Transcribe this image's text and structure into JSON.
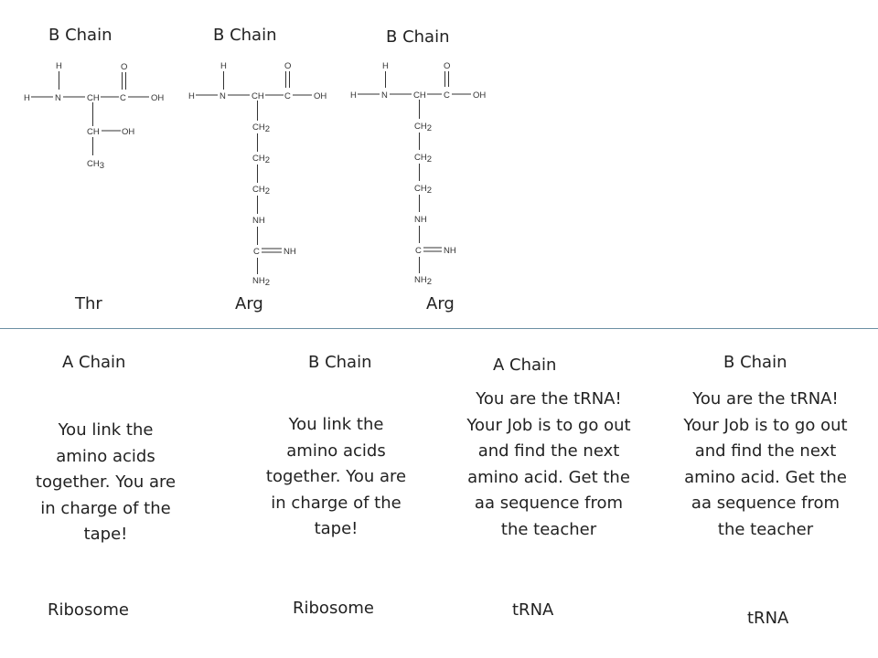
{
  "top": {
    "chain_labels": [
      "B Chain",
      "B Chain",
      "B Chain"
    ],
    "amino_acid_names": [
      "Thr",
      "Arg",
      "Arg"
    ]
  },
  "molecules": {
    "atoms": {
      "H": "H",
      "N": "N",
      "CH": "CH",
      "C": "C",
      "O": "O",
      "OH": "OH",
      "CH_base": "CH",
      "sub_2": "2",
      "sub_3": "3",
      "NH": "NH"
    }
  },
  "bottom": {
    "cards": [
      {
        "chain": "A Chain",
        "description": "You link the amino acids together.  You are in charge of the tape!",
        "role": "Ribosome"
      },
      {
        "chain": "B Chain",
        "description": "You link the amino acids together.  You are in charge of the tape!",
        "role": "Ribosome"
      },
      {
        "chain": "A Chain",
        "description": "You are the tRNA!  Your Job is to go out and find the next amino acid.  Get the aa sequence from the teacher",
        "role": "tRNA"
      },
      {
        "chain": "B Chain",
        "description": "You are the tRNA!  Your Job is to go out and find the next amino acid.  Get the aa sequence from the teacher",
        "role": "tRNA"
      }
    ]
  }
}
